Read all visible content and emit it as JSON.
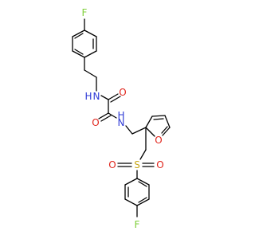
{
  "molecule": {
    "atoms": {
      "f_top": {
        "text": "F",
        "color": "#7fcf3a"
      },
      "n_upper": {
        "text": "N",
        "color": "#2f3bd6"
      },
      "h_upper": {
        "text": "H",
        "color": "#2f3bd6"
      },
      "o_upper": {
        "text": "O",
        "color": "#e0241b"
      },
      "o_lower": {
        "text": "O",
        "color": "#e0241b"
      },
      "n_lower": {
        "text": "N",
        "color": "#2f3bd6"
      },
      "h_lower": {
        "text": "H",
        "color": "#2f3bd6"
      },
      "o_furan": {
        "text": "O",
        "color": "#e0241b"
      },
      "o_sulfonyl_left": {
        "text": "O",
        "color": "#e0241b"
      },
      "s_sulfonyl": {
        "text": "S",
        "color": "#c8a81a"
      },
      "o_sulfonyl_right": {
        "text": "O",
        "color": "#e0241b"
      },
      "f_bottom": {
        "text": "F",
        "color": "#7fcf3a"
      }
    }
  }
}
